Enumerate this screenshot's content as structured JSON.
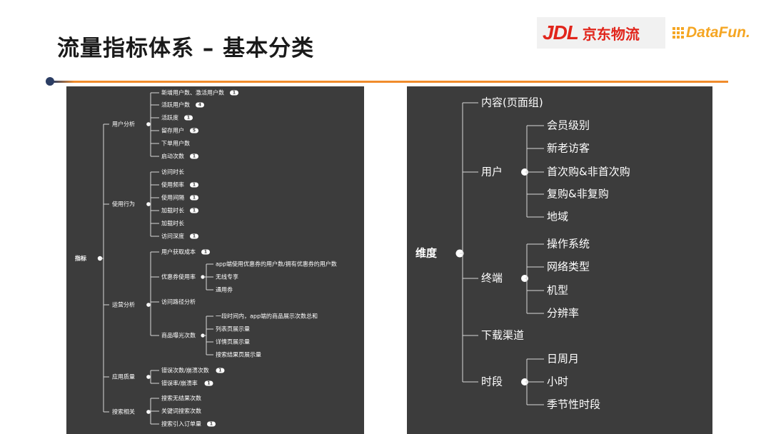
{
  "slide": {
    "title": "流量指标体系 – 基本分类"
  },
  "logos": {
    "jdl_mark": "JDL",
    "jdl_text": "京东物流",
    "datafun_text": "DataFun."
  },
  "colors": {
    "panel_bg": "#3c3c3c",
    "accent_orange": "#f08c2c",
    "rule_navy": "#2b3d63",
    "jdl_red": "#e1251b",
    "datafun_orange": "#f5a623"
  },
  "metrics_tree": {
    "root": "指标",
    "groups": [
      {
        "label": "用户分析",
        "items": [
          {
            "label": "新增用户数、激活用户数",
            "badge": "1"
          },
          {
            "label": "活跃用户数",
            "badge": "4"
          },
          {
            "label": "活跃度",
            "badge": "1"
          },
          {
            "label": "留存用户",
            "badge": "5"
          },
          {
            "label": "下单用户数"
          },
          {
            "label": "启动次数",
            "badge": "1"
          }
        ]
      },
      {
        "label": "使用行为",
        "items": [
          {
            "label": "访问时长"
          },
          {
            "label": "使用频率",
            "badge": "1"
          },
          {
            "label": "使用间隔",
            "badge": "1"
          },
          {
            "label": "加载时长",
            "badge": "1"
          },
          {
            "label": "加载时长"
          },
          {
            "label": "访问深度",
            "badge": "1"
          }
        ]
      },
      {
        "label": "运营分析",
        "items": [
          {
            "label": "用户获取成本",
            "badge": "1"
          },
          {
            "label": "优惠券使用率",
            "children": [
              "app端使用优惠券的用户数/拥有优惠券的用户数",
              "无线专享",
              "通用券"
            ]
          },
          {
            "label": "访问路径分析"
          },
          {
            "label": "商品曝光次数",
            "children": [
              "一段时间内，app端的商品展示次数总和",
              "列表页展示量",
              "详情页展示量",
              "搜索结果页展示量"
            ]
          }
        ]
      },
      {
        "label": "应用质量",
        "items": [
          {
            "label": "错误次数/崩溃次数",
            "badge": "1"
          },
          {
            "label": "错误率/崩溃率",
            "badge": "1"
          }
        ]
      },
      {
        "label": "搜索相关",
        "items": [
          {
            "label": "搜索无结果次数"
          },
          {
            "label": "关键词搜索次数"
          },
          {
            "label": "搜索引入订单量",
            "badge": "1"
          }
        ]
      }
    ]
  },
  "dimension_tree": {
    "root": "维度",
    "groups": [
      {
        "label": "内容(页面组)",
        "items": []
      },
      {
        "label": "用户",
        "items": [
          "会员级别",
          "新老访客",
          "首次购&非首次购",
          "复购&非复购",
          "地域"
        ]
      },
      {
        "label": "终端",
        "items": [
          "操作系统",
          "网络类型",
          "机型",
          "分辨率"
        ]
      },
      {
        "label": "下载渠道",
        "items": []
      },
      {
        "label": "时段",
        "items": [
          "日周月",
          "小时",
          "季节性时段"
        ]
      }
    ]
  }
}
